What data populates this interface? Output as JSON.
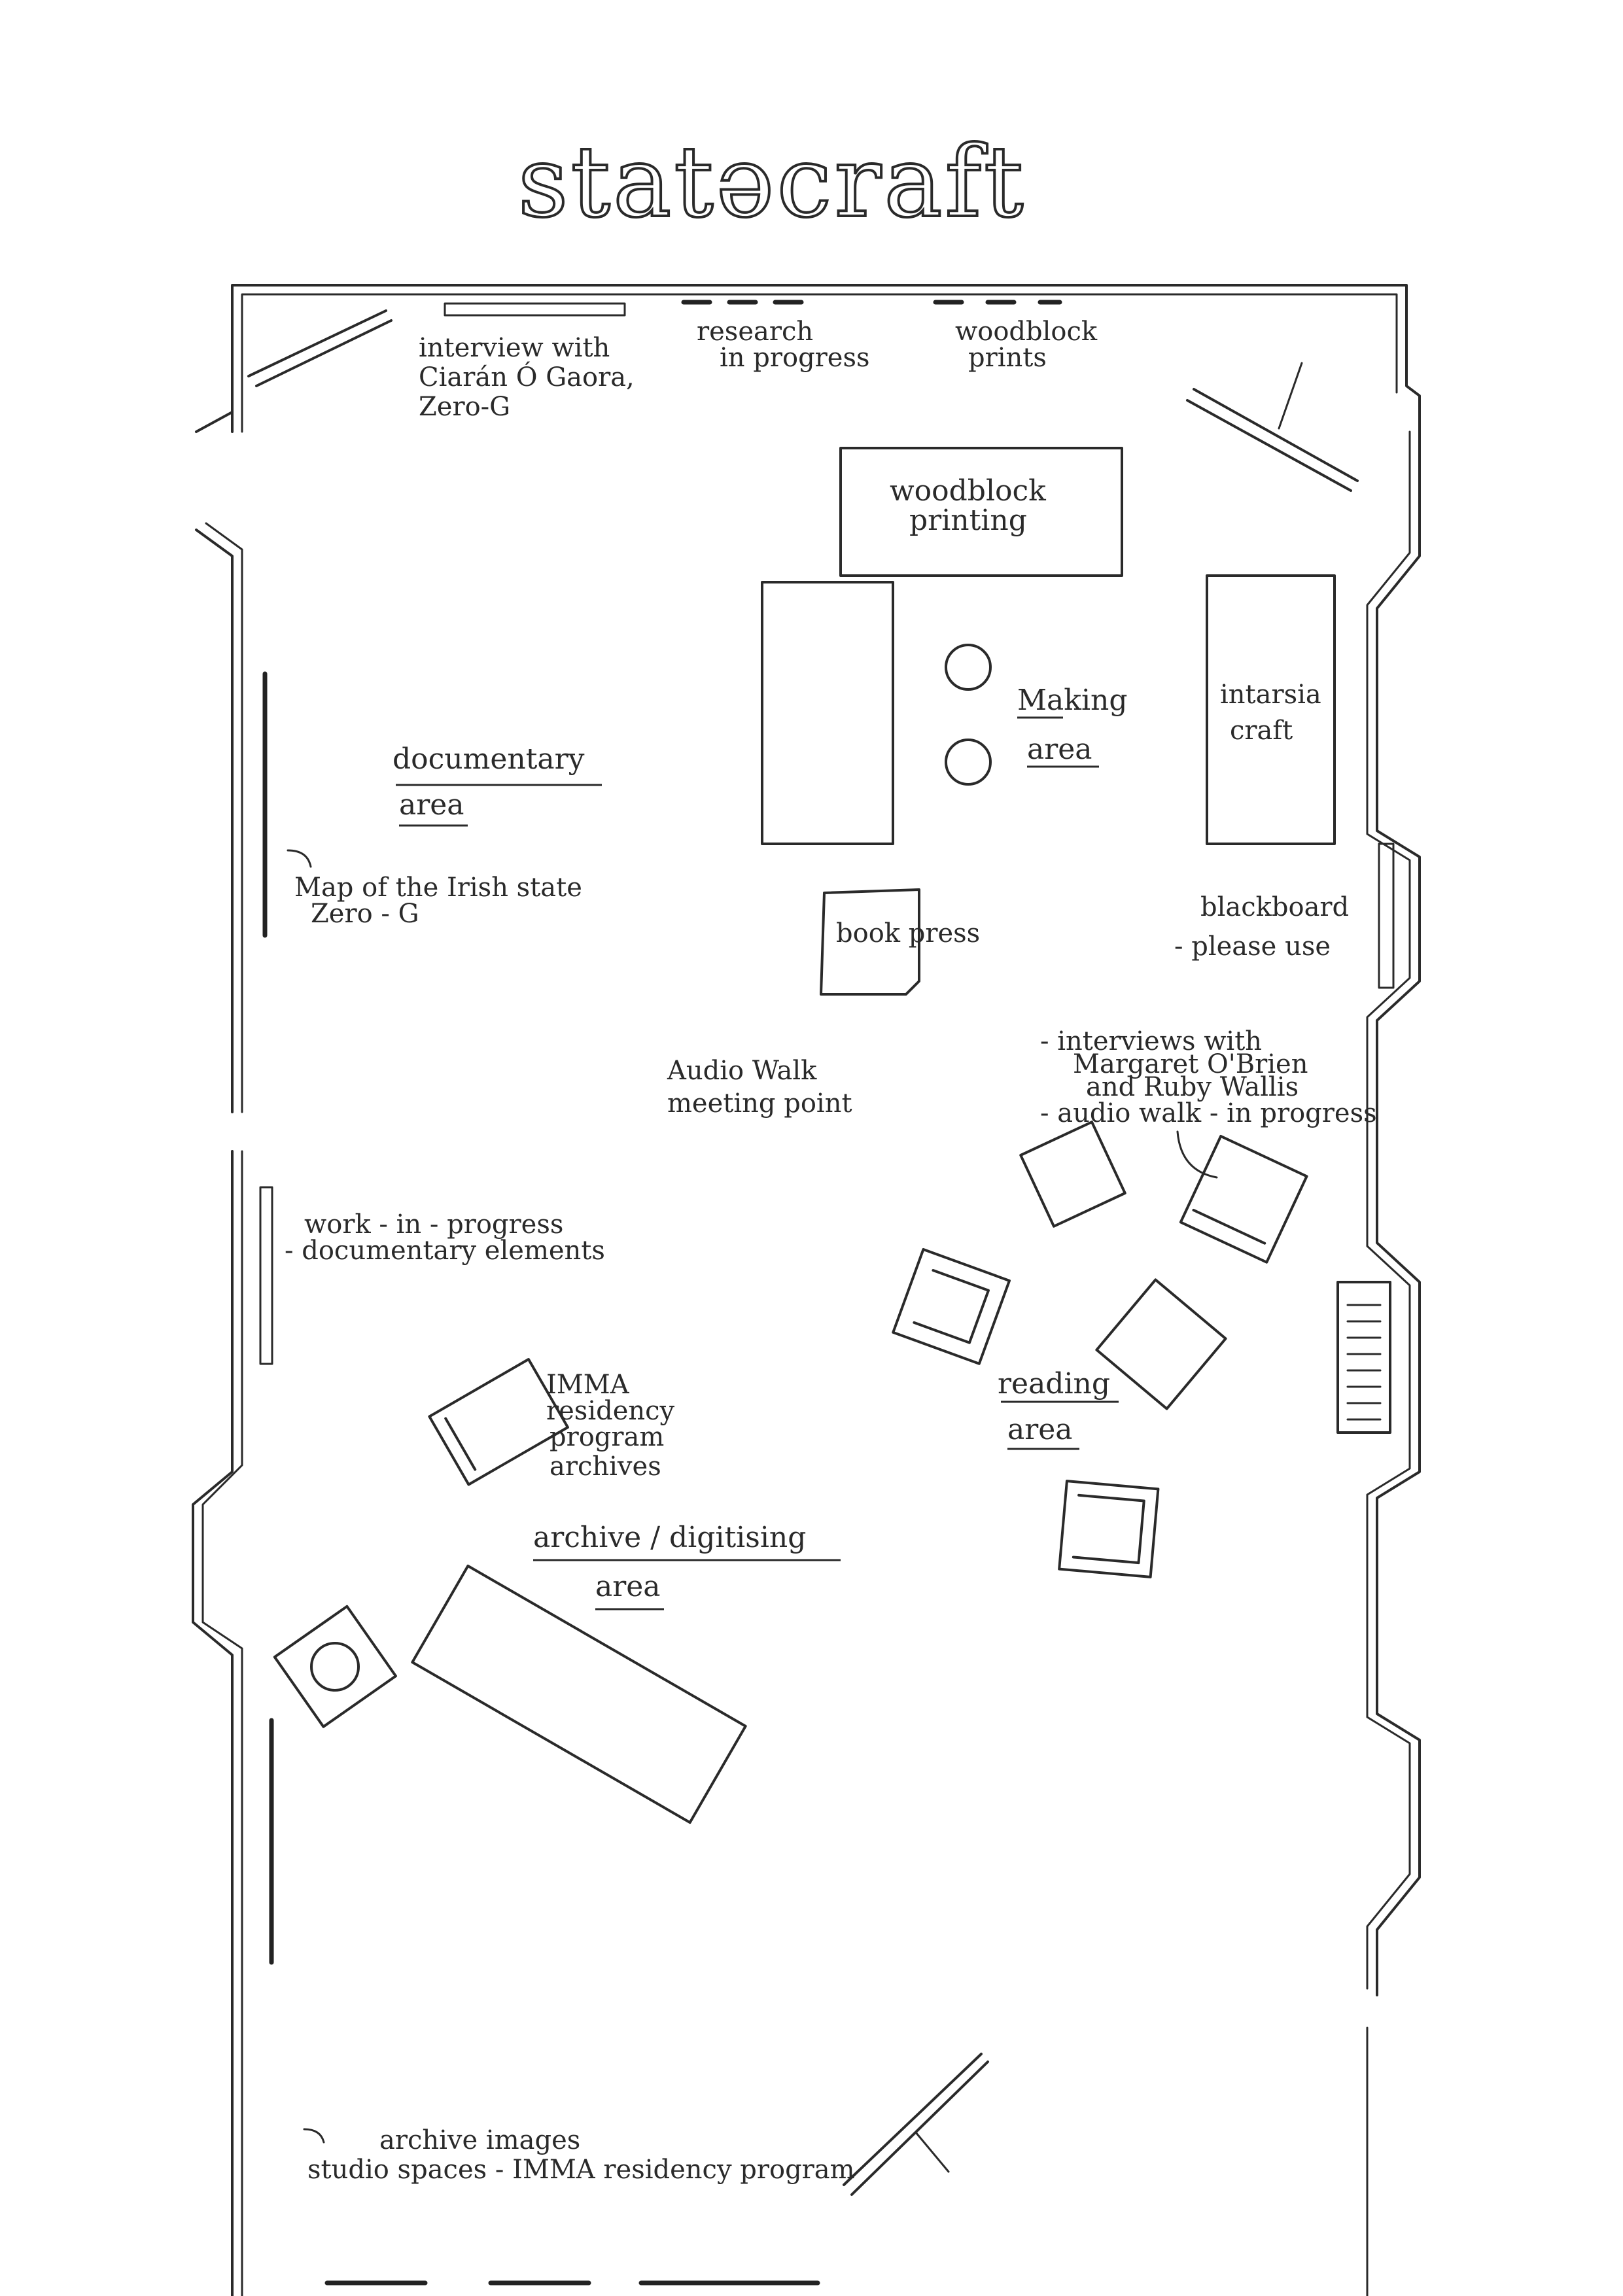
{
  "title": "statəcraft",
  "labels": {
    "interview": [
      "interview with",
      "Ciarán Ó Gaora,",
      "Zero-G"
    ],
    "research": [
      "research",
      "in progress"
    ],
    "woodblock_prints": [
      "woodblock",
      "prints"
    ],
    "woodblock_printing": [
      "woodblock",
      "printing"
    ],
    "making_area": [
      "Making",
      "area"
    ],
    "intarsia": [
      "intarsia",
      "craft"
    ],
    "documentary_area": [
      "documentary",
      "area"
    ],
    "map": [
      "Map of the Irish state",
      "Zero - G"
    ],
    "book_press": "book press",
    "blackboard": [
      "blackboard",
      "- please use"
    ],
    "interviews_margaret": [
      "- interviews with",
      "Margaret O'Brien",
      "and Ruby Wallis",
      "- audio walk - in progress"
    ],
    "audio_walk": [
      "Audio Walk",
      "meeting point"
    ],
    "work_in_progress": [
      "work - in - progress",
      "- documentary elements"
    ],
    "reading_area": [
      "reading",
      "area"
    ],
    "imma_archives": [
      "IMMA",
      "residency",
      "program",
      "archives"
    ],
    "archive_area": [
      "archive / digitising",
      "area"
    ],
    "archive_images": [
      "archive images",
      "studio spaces - IMMA residency program"
    ]
  }
}
